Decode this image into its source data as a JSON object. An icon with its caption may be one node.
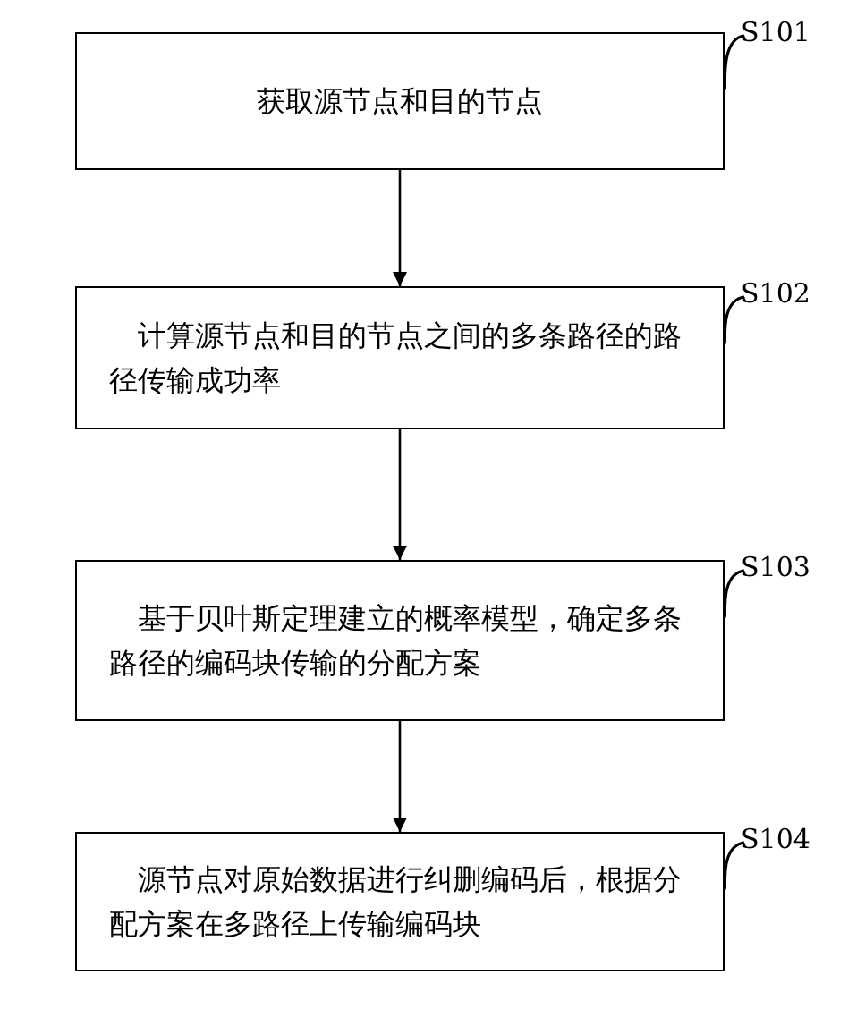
{
  "diagram": {
    "nodes": [
      {
        "text": [
          "获取源节点和目的节点"
        ]
      },
      {
        "text": [
          "S101"
        ]
      },
      {
        "text": [
          "计算源节点和目的节点之间的多条路径的路径传输成功率"
        ]
      },
      {
        "text": [
          "S102"
        ]
      },
      {
        "text": [
          "基于贝叶斯定理建立的概率模型，确定多条路径的编码块传输的分配方案"
        ]
      },
      {
        "text": [
          "S103"
        ]
      },
      {
        "text": [
          "源节点对原始数据进行纠删编码后，根据分配方案在多路径上传输编码块"
        ]
      },
      {
        "text": [
          "S104"
        ]
      }
    ],
    "edges": [
      {
        "from": 0,
        "to": 2,
        "arrow": "to"
      },
      {
        "from": 2,
        "to": 4,
        "arrow": "to"
      },
      {
        "from": 4,
        "to": 6,
        "arrow": "to"
      },
      {
        "from": 1,
        "to": 0,
        "arrow": "none"
      },
      {
        "from": 3,
        "to": 2,
        "arrow": "none"
      },
      {
        "from": 5,
        "to": 4,
        "arrow": "none"
      },
      {
        "from": 7,
        "to": 6,
        "arrow": "none"
      }
    ]
  }
}
